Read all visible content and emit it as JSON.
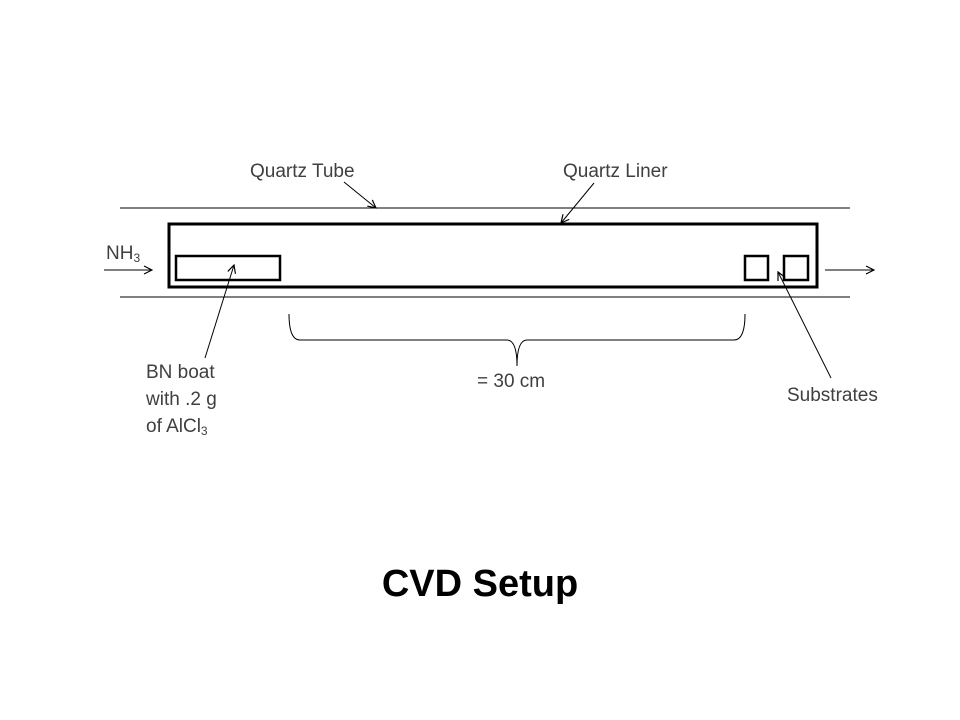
{
  "labels": {
    "quartz_tube": "Quartz Tube",
    "quartz_liner": "Quartz Liner",
    "nh3_main": "NH",
    "nh3_sub": "3",
    "bn_boat_line1": "BN boat",
    "bn_boat_line2": "with .2 g",
    "bn_boat_line3_main": "of AlCl",
    "bn_boat_line3_sub": "3",
    "distance": "= 30 cm",
    "substrates": "Substrates"
  },
  "title": "CVD Setup",
  "colors": {
    "stroke": "#000000",
    "label_text": "#3f3f3f",
    "title_text": "#000000",
    "background": "#ffffff"
  }
}
